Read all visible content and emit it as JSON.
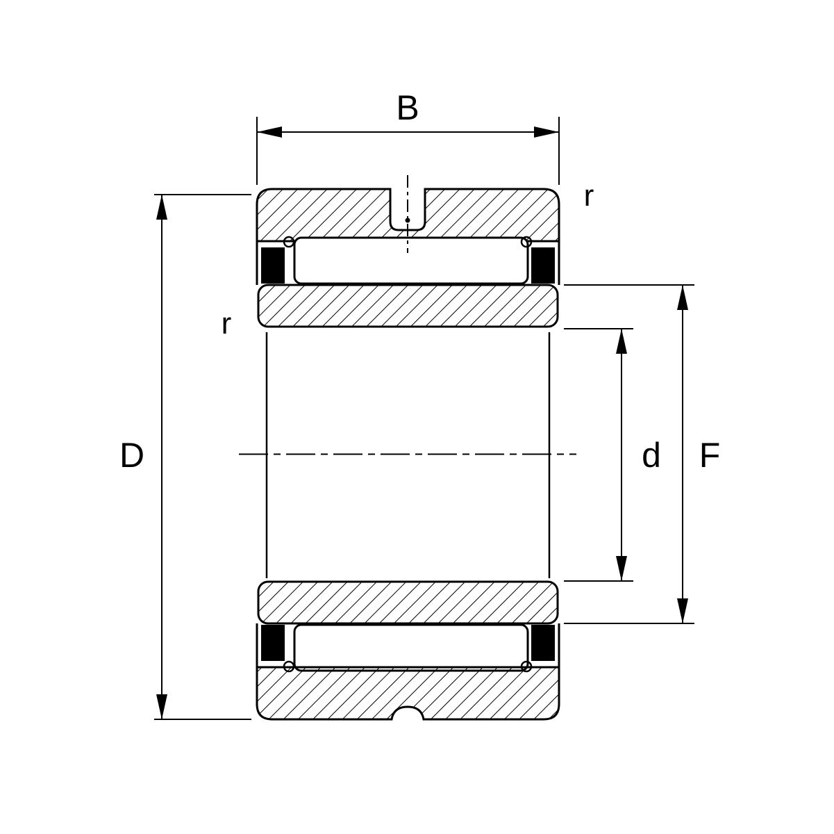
{
  "drawing": {
    "title": "needle-roller-bearing-cross-section",
    "labels": {
      "width": "B",
      "outer_diameter": "D",
      "bore_diameter": "d",
      "raceway_diameter": "F",
      "chamfer_top_right": "r",
      "chamfer_left": "r"
    },
    "colors": {
      "line": "#000000",
      "background": "#ffffff",
      "hatch": "#000000"
    }
  }
}
